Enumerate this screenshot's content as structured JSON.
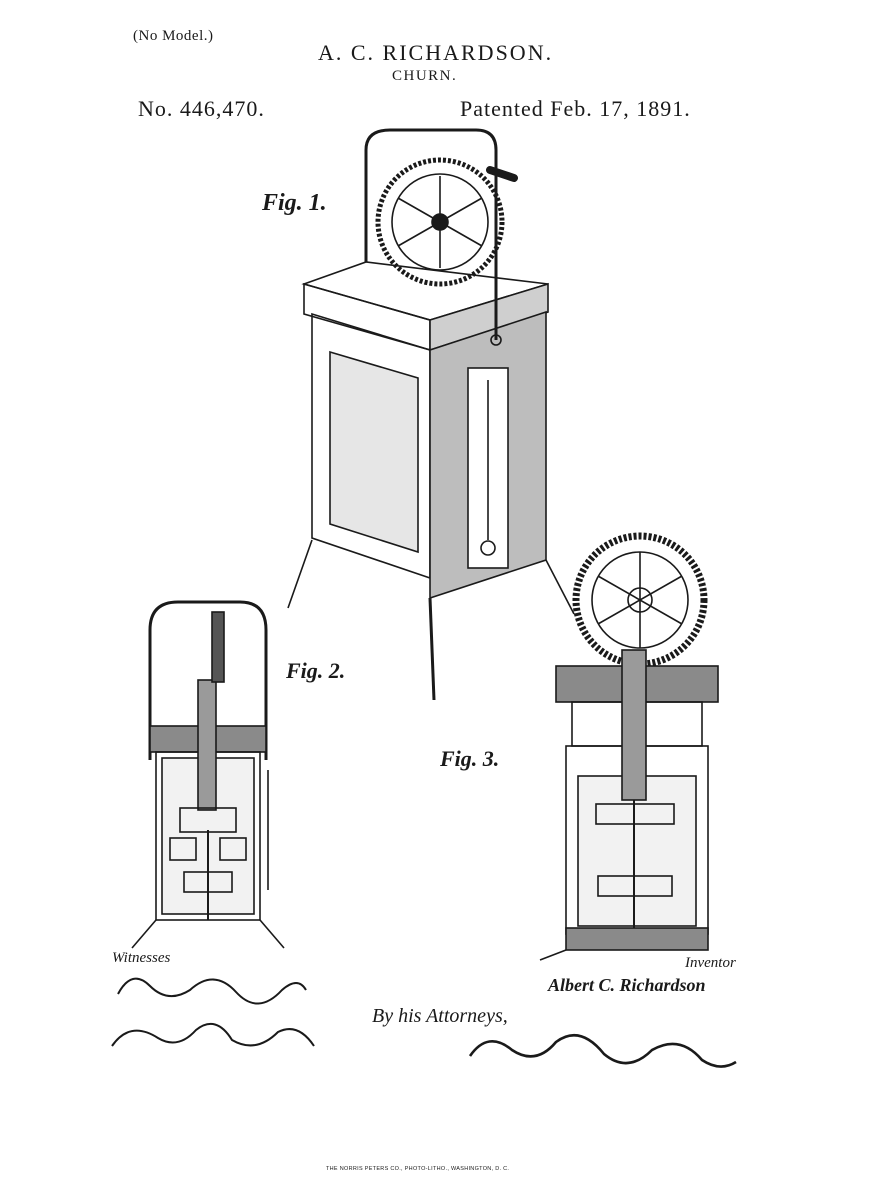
{
  "header": {
    "no_model": "(No Model.)",
    "inventor_name": "A. C. RICHARDSON.",
    "title": "CHURN.",
    "patent_number": "No. 446,470.",
    "patent_date": "Patented Feb. 17, 1891."
  },
  "figures": {
    "fig1": "Fig. 1.",
    "fig2": "Fig. 2.",
    "fig3": "Fig. 3."
  },
  "signatures": {
    "witnesses_label": "Witnesses",
    "inventor_label": "Inventor",
    "inventor_signature": "Albert C. Richardson",
    "by_attorneys": "By his Attorneys,"
  },
  "footer": "THE NORRIS PETERS CO., PHOTO-LITHO., WASHINGTON, D. C.",
  "colors": {
    "ink": "#1a1a1a",
    "paper": "#ffffff"
  }
}
